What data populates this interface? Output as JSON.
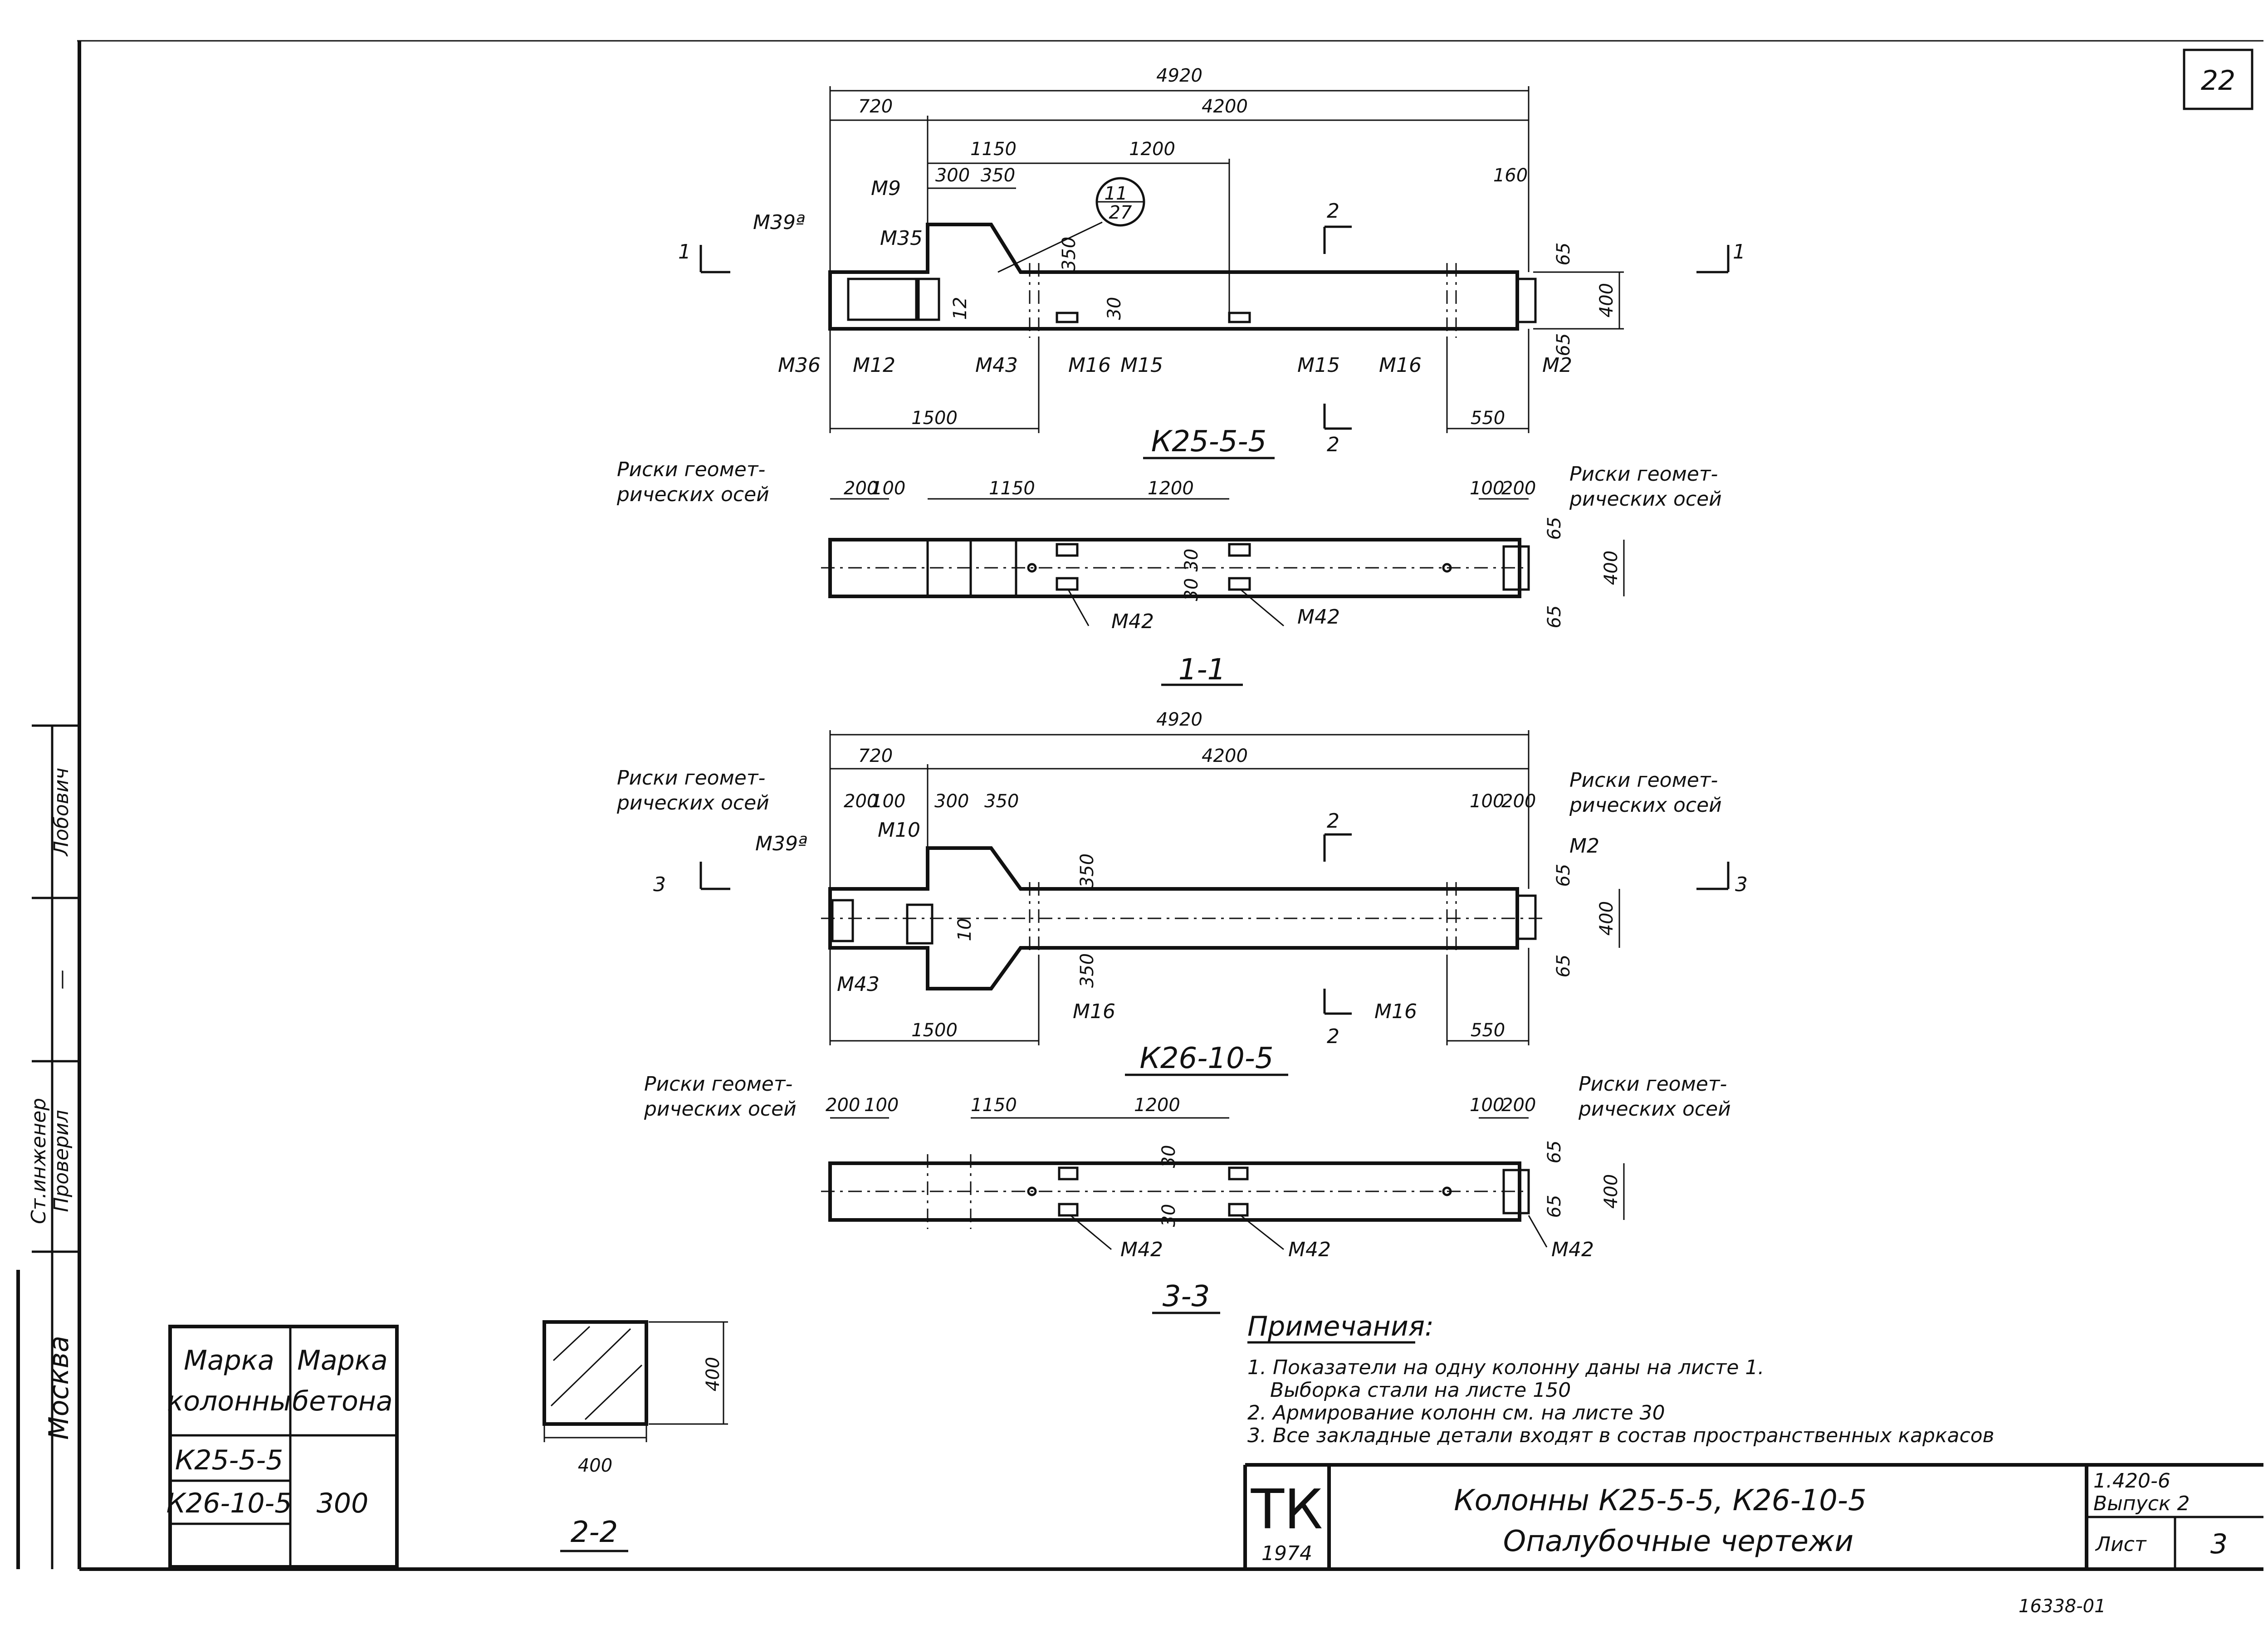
{
  "sheet": {
    "page_number": "22",
    "sheet_code": "1.420-6",
    "issue": "Выпуск 2",
    "sheet_label": "Лист",
    "sheet_no": "3",
    "stamp_tk": "ТК",
    "stamp_year": "1974",
    "title_line1": "Колонны К25-5-5, К26-10-5",
    "title_line2": "Опалубочные чертежи",
    "bottom_code": "16338-01"
  },
  "side_stamp": {
    "name1": "Лобович",
    "role1": "Ст.инженер",
    "role2": "Проверил",
    "signature": "—",
    "city": "Москва"
  },
  "view1": {
    "caption": "К25-5-5",
    "dims_top": [
      "4920",
      "720",
      "4200",
      "1150",
      "1200",
      "300",
      "350",
      "160"
    ],
    "dims_side": [
      "350",
      "30",
      "12",
      "65",
      "400",
      "65"
    ],
    "dims_bottom": [
      "1500",
      "550"
    ],
    "callout_top": "11",
    "callout_bottom": "27",
    "parts": [
      "М39ª",
      "М9",
      "М35",
      "М36",
      "М12",
      "М43",
      "М16",
      "М15",
      "М15",
      "М16",
      "М2"
    ],
    "section_marks": [
      "1",
      "1",
      "2",
      "2"
    ]
  },
  "section11": {
    "caption": "1-1",
    "note_left_1": "Риски геомет-",
    "note_left_2": "рических осей",
    "note_right_1": "Риски геомет-",
    "note_right_2": "рических осей",
    "dims": [
      "200",
      "100",
      "1150",
      "1200",
      "100",
      "200",
      "30",
      "30",
      "65",
      "400",
      "65"
    ],
    "parts": [
      "М42",
      "М42"
    ]
  },
  "view2": {
    "caption": "К26-10-5",
    "dims_top": [
      "4920",
      "720",
      "4200",
      "200",
      "100",
      "300",
      "350",
      "100",
      "200"
    ],
    "dims_side": [
      "350",
      "10",
      "350",
      "65",
      "400",
      "65"
    ],
    "dims_bottom": [
      "1500",
      "550"
    ],
    "note_left_1": "Риски геомет-",
    "note_left_2": "рических осей",
    "note_right_1": "Риски геомет-",
    "note_right_2": "рических осей",
    "parts": [
      "М39ª",
      "М10",
      "М43",
      "М16",
      "М16",
      "М2"
    ],
    "section_marks": [
      "3",
      "3",
      "2",
      "2"
    ]
  },
  "section33": {
    "caption": "3-3",
    "note_left_1": "Риски геомет-",
    "note_left_2": "рических осей",
    "note_right_1": "Риски геомет-",
    "note_right_2": "рических осей",
    "dims": [
      "200",
      "100",
      "1150",
      "1200",
      "100",
      "200",
      "30",
      "30",
      "65",
      "400",
      "65"
    ],
    "parts": [
      "М42",
      "М42",
      "М42"
    ]
  },
  "section22": {
    "caption": "2-2",
    "dim_w": "400",
    "dim_h": "400"
  },
  "mark_table": {
    "header_col1_1": "Марка",
    "header_col1_2": "колонны",
    "header_col2_1": "Марка",
    "header_col2_2": "бетона",
    "rows": [
      "К25-5-5",
      "К26-10-5"
    ],
    "concrete": "300"
  },
  "notes": {
    "heading": "Примечания:",
    "n1": "1. Показатели на одну колонну даны на листе 1.",
    "n1b": "Выборка стали на листе 150",
    "n2": "2. Армирование колонн см. на листе 30",
    "n3": "3. Все закладные детали входят в состав пространственных каркасов"
  }
}
